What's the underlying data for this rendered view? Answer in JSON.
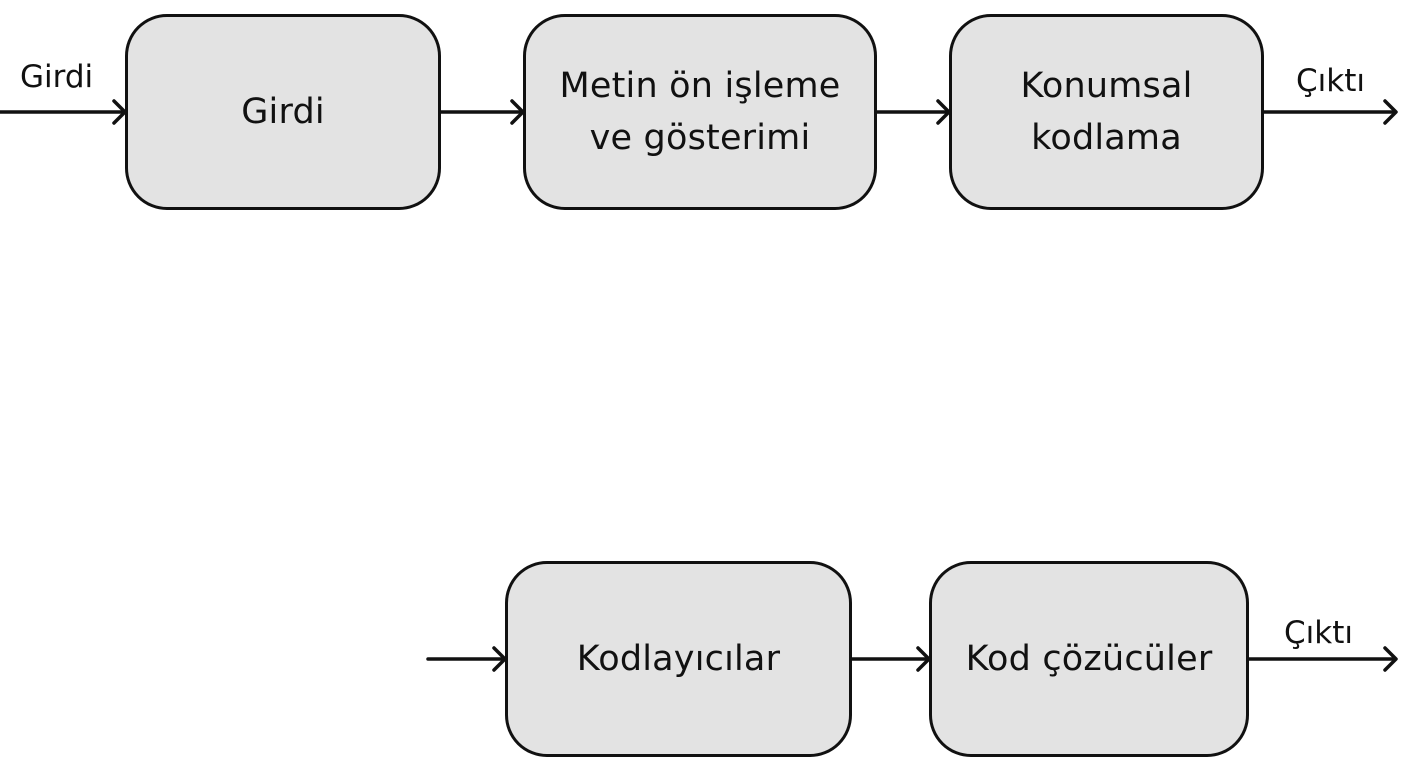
{
  "diagram": {
    "colors": {
      "box_fill": "#e3e3e3",
      "stroke": "#111111",
      "background": "#ffffff"
    },
    "top_row": {
      "input_label": "Girdi",
      "output_label": "Çıktı",
      "boxes": [
        {
          "line1": "Girdi",
          "line2": ""
        },
        {
          "line1": "Metin ön işleme",
          "line2": "ve gösterimi"
        },
        {
          "line1": "Konumsal",
          "line2": "kodlama"
        }
      ]
    },
    "bottom_row": {
      "output_label": "Çıktı",
      "boxes": [
        {
          "line1": "Kodlayıcılar"
        },
        {
          "line1": "Kod çözücüler"
        }
      ]
    }
  }
}
